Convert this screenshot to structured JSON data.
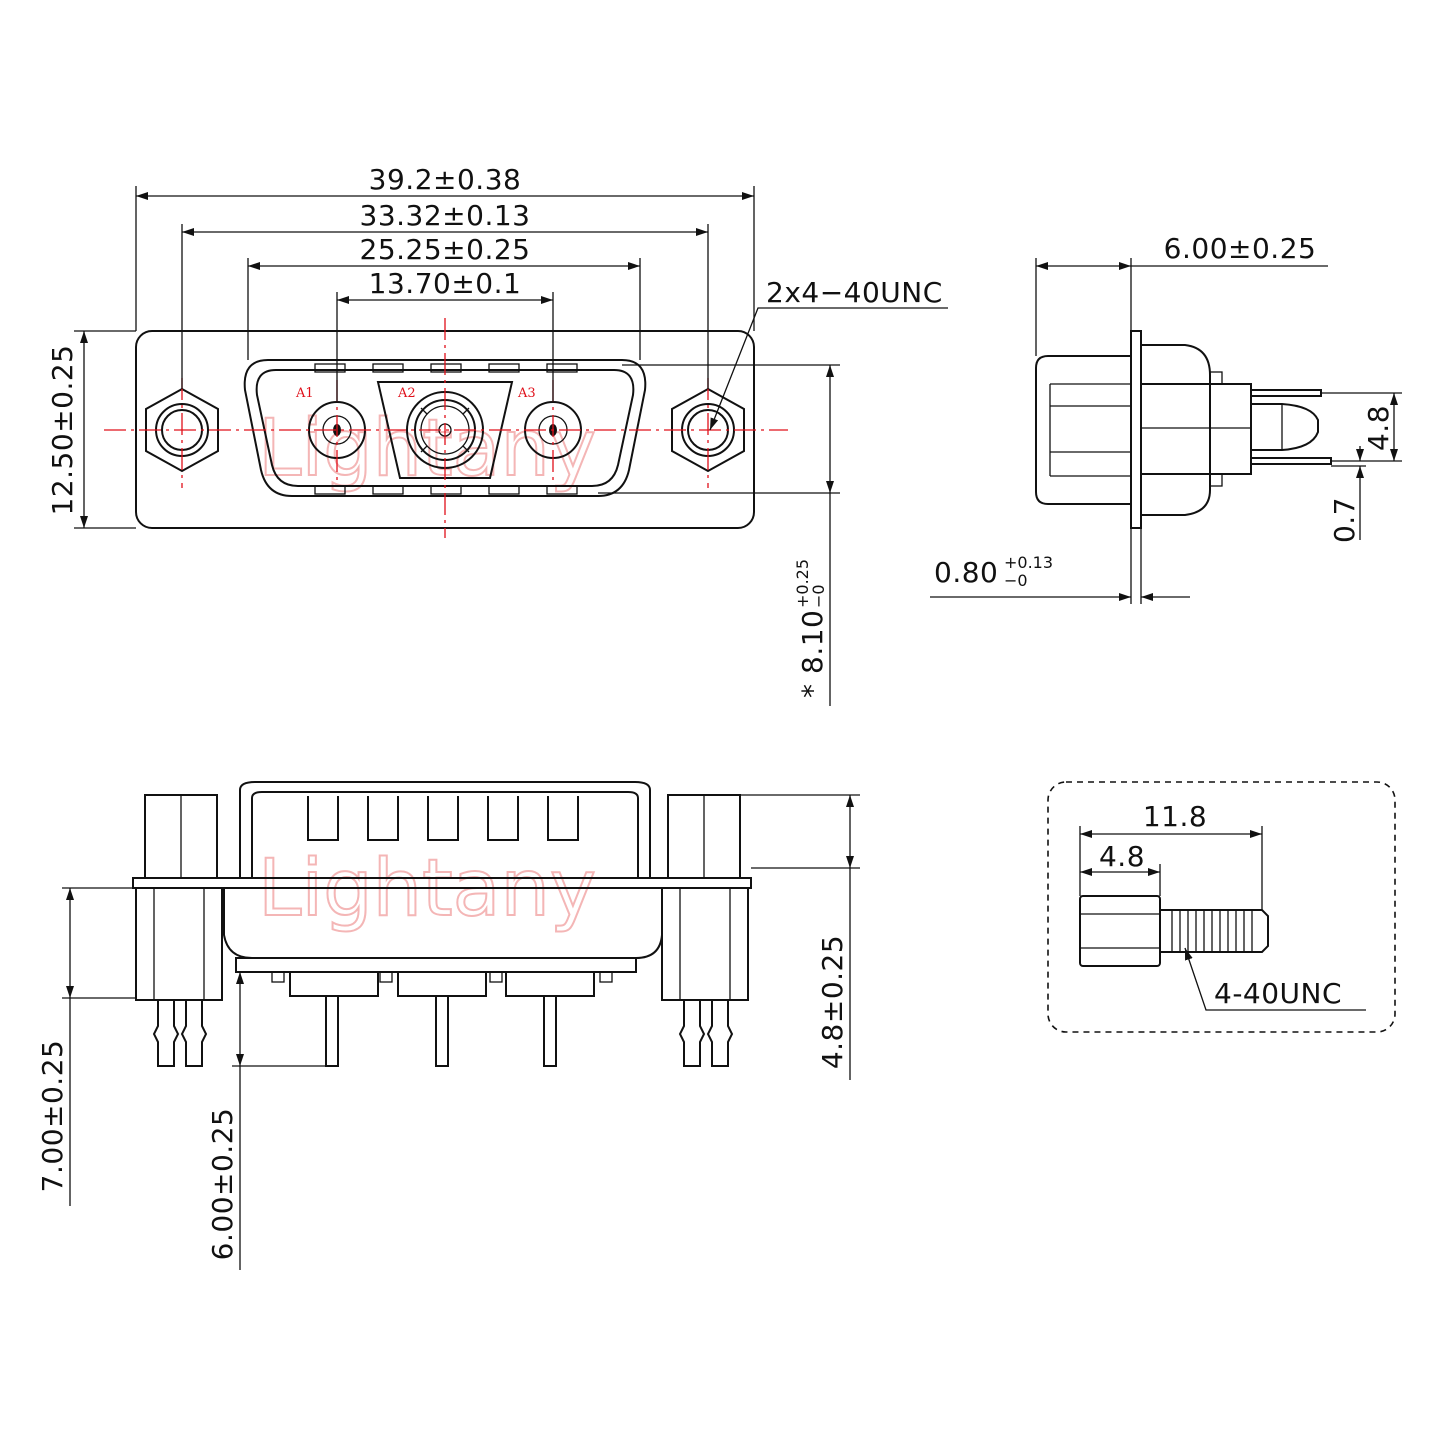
{
  "colors": {
    "line": "#111111",
    "centerline": "#e0101a",
    "watermark": "#f4b6b6"
  },
  "watermark": "Lightany",
  "front_view": {
    "dims": {
      "overall_width": "39.2±0.38",
      "screw_spacing": "33.32±0.13",
      "shell_width": "25.25±0.25",
      "pin_spacing": "13.70±0.1",
      "height": "12.50±0.25",
      "shell_depth_base": "8.10",
      "shell_depth_tol_plus": "+0.25",
      "shell_depth_tol_minus": "−0",
      "shell_depth_mark": "*"
    },
    "thread_callout": "2x4−40UNC",
    "pins": [
      "A1",
      "A2",
      "A3"
    ]
  },
  "side_view": {
    "dims": {
      "body_depth": "6.00±0.25",
      "flange_base": "0.80",
      "flange_tol_plus": "+0.13",
      "flange_tol_minus": "−0",
      "pin_offset": "4.8",
      "pin_gap": "0.7"
    }
  },
  "bottom_view": {
    "dims": {
      "standoff_length": "7.00±0.25",
      "pin_length": "6.00±0.25",
      "shell_height": "4.8±0.25"
    }
  },
  "screw_detail": {
    "dims": {
      "total_length": "11.8",
      "hex_length": "4.8"
    },
    "thread_callout": "4-40UNC"
  }
}
